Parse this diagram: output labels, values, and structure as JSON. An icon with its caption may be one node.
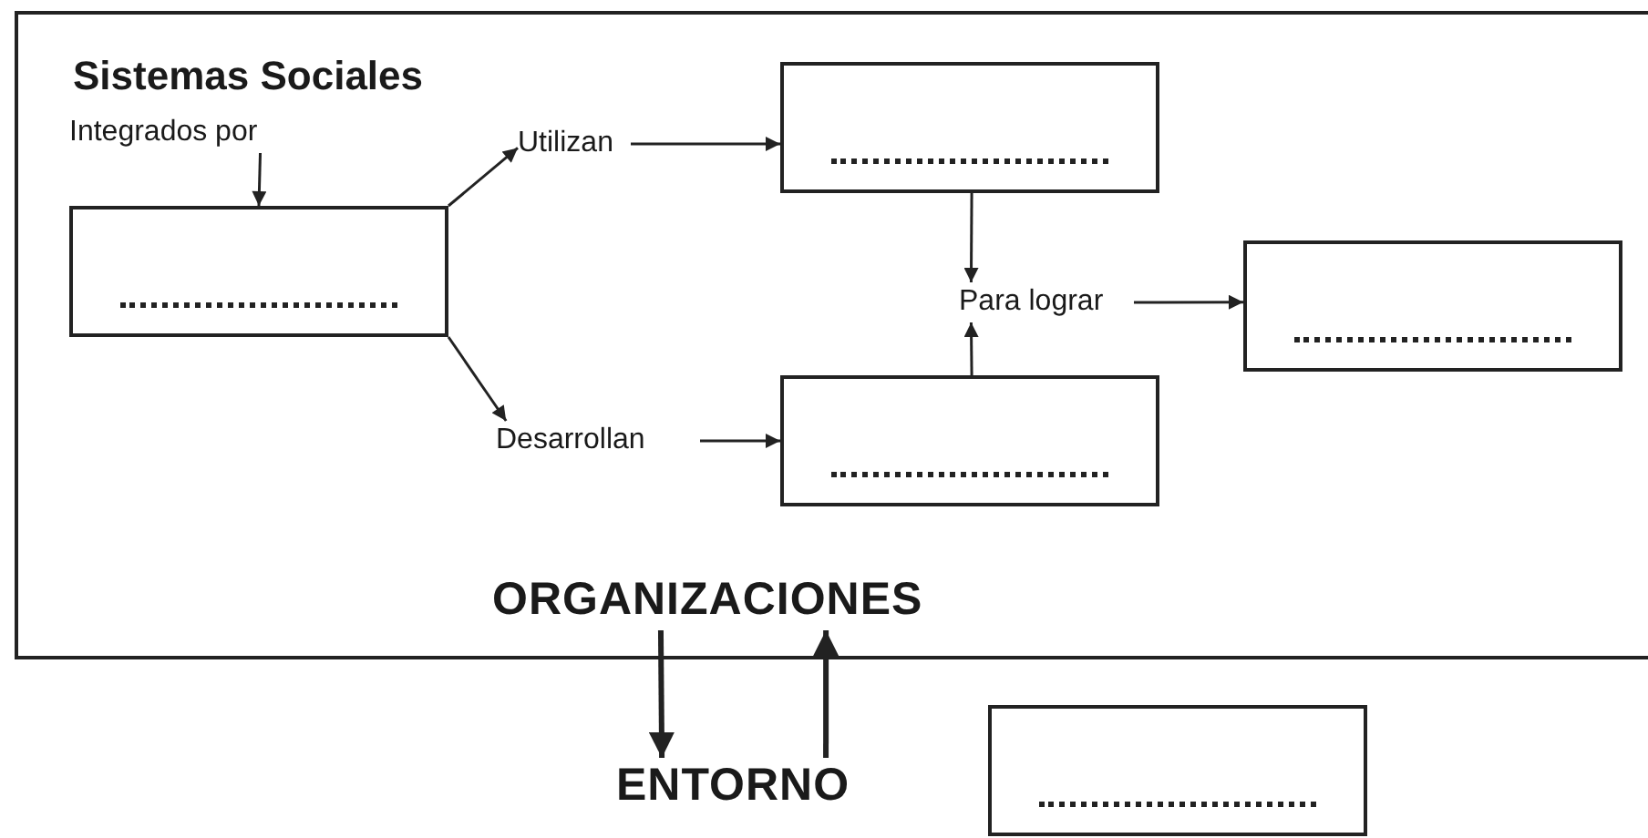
{
  "diagram": {
    "nodes": [
      {
        "text": [
          "Sistemas Sociales"
        ]
      },
      {
        "text": [
          "Integrados por"
        ],
        "in": 0
      },
      {
        "text": [],
        "shape": "box",
        "in": 0
      },
      {
        "text": [
          "Utilizan"
        ],
        "in": 0
      },
      {
        "text": [],
        "shape": "box",
        "in": 0
      },
      {
        "text": [
          "Desarrollan"
        ],
        "in": 0
      },
      {
        "text": [],
        "shape": "box",
        "in": 0
      },
      {
        "text": [
          "Para lograr"
        ],
        "in": 0
      },
      {
        "text": [],
        "shape": "box",
        "in": 0
      },
      {
        "text": [
          "ORGANIZACIONES"
        ],
        "in": 0
      },
      {
        "text": [
          "ENTORNO"
        ]
      },
      {
        "text": [],
        "shape": "box"
      }
    ],
    "edges": [
      {
        "from": 1,
        "to": 2,
        "arrow": "to"
      },
      {
        "from": 2,
        "to": 3,
        "arrow": "to"
      },
      {
        "from": 3,
        "to": 4,
        "arrow": "to"
      },
      {
        "from": 2,
        "to": 5,
        "arrow": "to"
      },
      {
        "from": 5,
        "to": 6,
        "arrow": "to"
      },
      {
        "from": 4,
        "to": 7,
        "arrow": "to"
      },
      {
        "from": 6,
        "to": 7,
        "arrow": "to"
      },
      {
        "from": 7,
        "to": 8,
        "arrow": "to"
      },
      {
        "from": 9,
        "to": 10,
        "arrow": "to",
        "style": "thick"
      },
      {
        "from": 10,
        "to": 9,
        "arrow": "to",
        "style": "thick"
      }
    ]
  }
}
